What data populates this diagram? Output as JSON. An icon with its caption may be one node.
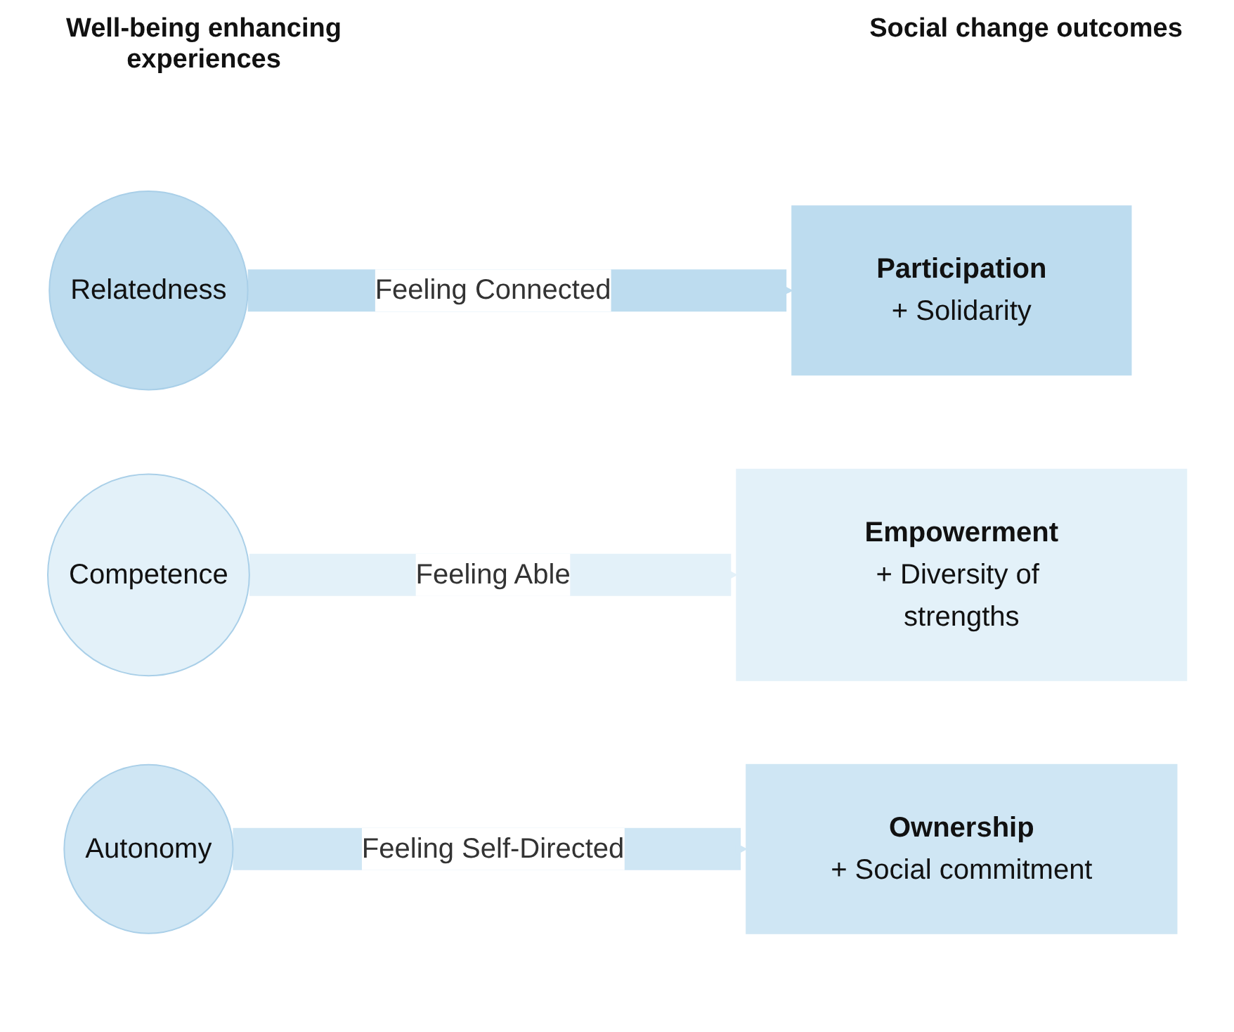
{
  "diagram": {
    "nodes": [
      {
        "text": [
          "Relatedness"
        ]
      },
      {
        "text": [
          "Participation",
          "+ Solidarity"
        ]
      },
      {
        "text": [
          "Competence"
        ]
      },
      {
        "text": [
          "Empowerment",
          "+ Diversity of strengths"
        ]
      },
      {
        "text": [
          "Autonomy"
        ]
      },
      {
        "text": [
          "Ownership",
          "+ Social commitment"
        ]
      }
    ],
    "edges": [
      {
        "from": 0,
        "to": 1,
        "arrow": "to",
        "label": "Feeling Connected"
      },
      {
        "from": 2,
        "to": 3,
        "arrow": "to",
        "label": "Feeling Able"
      },
      {
        "from": 4,
        "to": 5,
        "arrow": "to",
        "label": "Feeling Self-Directed"
      }
    ],
    "labels": [
      "Well-being enhancing experiences",
      "Social change outcomes"
    ]
  }
}
